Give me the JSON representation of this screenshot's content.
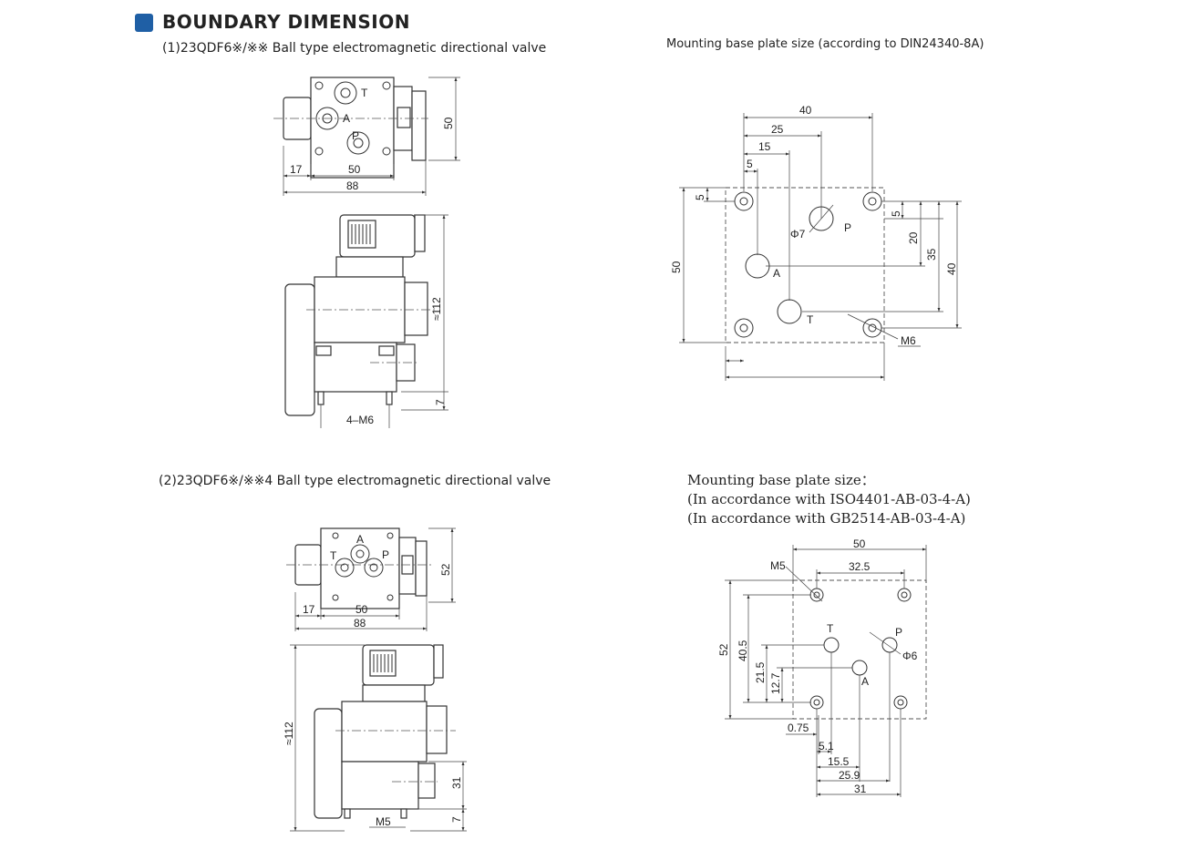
{
  "header": {
    "title": "BOUNDARY DIMENSION",
    "icon": "square-bullet-icon",
    "icon_color": "#1f5fa5"
  },
  "section1": {
    "caption": "(1)23QDF6※/※※ Ball type electromagnetic directional valve",
    "plate_caption": "Mounting base plate size (according to DIN24340-8A)",
    "valve": {
      "d17": "17",
      "d50w": "50",
      "d88": "88",
      "h50": "50",
      "h112": "≈112",
      "h7": "7",
      "bolts": "4–M6",
      "T": "T",
      "A": "A",
      "P": "P"
    },
    "plate": {
      "d40": "40",
      "d25": "25",
      "d15": "15",
      "d5a": "5",
      "d5b": "5",
      "d5c": "5",
      "d50": "50",
      "d20": "20",
      "d35": "35",
      "d40v": "40",
      "phi": "Φ7",
      "m": "M6",
      "P": "P",
      "A": "A",
      "T": "T"
    }
  },
  "section2": {
    "caption": "(2)23QDF6※/※※4 Ball type electromagnetic directional valve",
    "plate_caption_1": "Mounting base plate size：",
    "plate_caption_2": "(In accordance with ISO4401-AB-03-4-A)",
    "plate_caption_3": "(In accordance with GB2514-AB-03-4-A)",
    "valve": {
      "d17": "17",
      "d50w": "50",
      "d88": "88",
      "h52": "52",
      "h112": "≈112",
      "h31": "31",
      "h7": "7",
      "m5": "M5",
      "A": "A",
      "T": "T",
      "P": "P"
    },
    "plate": {
      "d50": "50",
      "d325": "32.5",
      "m5": "M5",
      "d52": "52",
      "d405": "40.5",
      "d215": "21.5",
      "d127": "12.7",
      "d075": "0.75",
      "d51": "5.1",
      "d155": "15.5",
      "d259": "25.9",
      "d31": "31",
      "phi": "Φ6",
      "T": "T",
      "P": "P",
      "A": "A"
    }
  }
}
